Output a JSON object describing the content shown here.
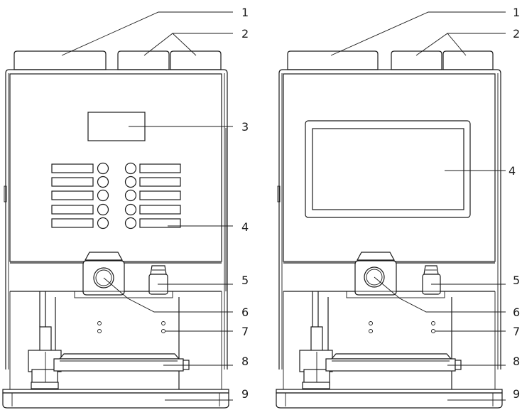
{
  "figure": {
    "callouts": [
      "1",
      "2",
      "3",
      "4",
      "5",
      "6",
      "7",
      "8",
      "9"
    ],
    "machines": [
      {
        "variant": "button-panel",
        "parts": [
          "bean-hopper",
          "powder-canisters",
          "text-display",
          "drink-selection-buttons",
          "hot-water-outlet",
          "coffee-outlet",
          "drip-holes",
          "drip-tray",
          "base"
        ],
        "button_rows": 5
      },
      {
        "variant": "touchscreen",
        "parts": [
          "bean-hopper",
          "powder-canisters",
          "touchscreen",
          "hot-water-outlet",
          "coffee-outlet",
          "drip-holes",
          "drip-tray",
          "base"
        ]
      }
    ]
  }
}
